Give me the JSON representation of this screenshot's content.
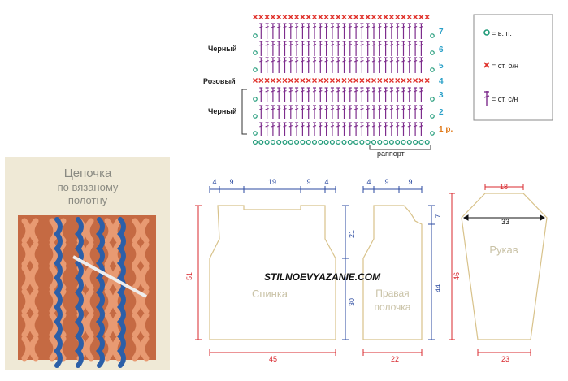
{
  "chart_rows": {
    "row_numbers": [
      "7",
      "6",
      "5",
      "4",
      "3",
      "2",
      "1 р."
    ],
    "left_labels": {
      "black_top": "Черный",
      "pink": "Розовый",
      "black_bottom": "Черный"
    },
    "repeat_label": "раппорт"
  },
  "legend": {
    "chain": "= в. п.",
    "sc": "= ст. б/н",
    "dc": "= ст. с/н"
  },
  "photo": {
    "title_line1": "Цепочка",
    "title_line2": "по вязаному",
    "title_line3": "полотну"
  },
  "back": {
    "name": "Спинка",
    "top_dims": [
      "4",
      "9",
      "19",
      "9",
      "4"
    ],
    "height": "51",
    "upper_height": "21",
    "lower_height": "30",
    "width": "45"
  },
  "front": {
    "name_line1": "Правая",
    "name_line2": "полочка",
    "top_dims": [
      "4",
      "9",
      "9"
    ],
    "shoulder_drop": "7",
    "height": "44",
    "width": "22"
  },
  "sleeve": {
    "name": "Рукав",
    "top_width": "18",
    "upper_width": "33",
    "height": "46",
    "bottom_width": "23"
  },
  "watermark": "STILNOEVYAZANIE.COM",
  "colors": {
    "chain": "#1f9a78",
    "sc": "#e0302a",
    "dc": "#7d2c8c",
    "dim_blue": "#2b4aa0",
    "dim_red": "#d8282e",
    "row_num": "#2aa0c8",
    "row1": "#e07a1a",
    "pattern_outline": "#d8c28a",
    "pattern_text": "#c9c2a6",
    "photo_frame": "#efe9d6",
    "yarn_orange": "#d9774a",
    "yarn_blue": "#2c5fa8"
  }
}
